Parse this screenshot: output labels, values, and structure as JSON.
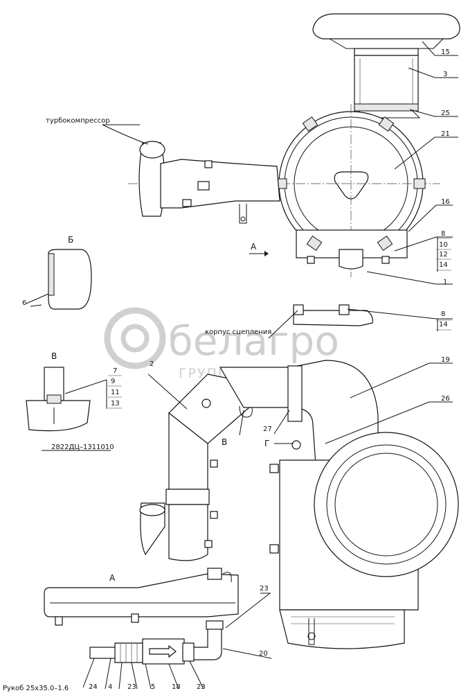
{
  "labels": {
    "turbo": "турбокомпрессор",
    "korpus": "корпус сцепления",
    "hose": "Рукоб 25х35.0–1.6",
    "spec": "2822ДЦ–1311010",
    "view_b": "Б",
    "view_v": "В",
    "view_a": "А",
    "view_a_arrow": "А",
    "view_v_arrow": "В",
    "view_g_arrow": "Г"
  },
  "callouts": {
    "c15": "15",
    "c3": "3",
    "c25": "25",
    "c21": "21",
    "c16": "16",
    "c8a": "8",
    "c10": "10",
    "c12": "12",
    "c14a": "14",
    "c1": "1",
    "c8b": "8",
    "c14b": "14",
    "c19": "19",
    "c26": "26",
    "c27": "27",
    "c2": "2",
    "c7": "7",
    "c9": "9",
    "c11": "11",
    "c13": "13",
    "c6": "6",
    "c23a": "23",
    "c20": "20",
    "c24": "24",
    "c4": "4",
    "c23b": "23",
    "c5": "5",
    "c18": "18",
    "c23c": "23"
  },
  "watermark": {
    "brand": "белагро",
    "subtitle": "ГРУППА КОМПАНИЙ"
  }
}
